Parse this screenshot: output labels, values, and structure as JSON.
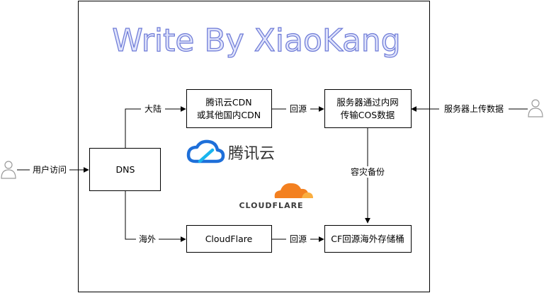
{
  "title": "Write By XiaoKang",
  "nodes": {
    "dns": "DNS",
    "tencent_cdn": [
      "腾讯云CDN",
      "或其他国内CDN"
    ],
    "server": [
      "服务器通过内网",
      "传输COS数据"
    ],
    "cloudflare": "CloudFlare",
    "cf_storage": "CF回源海外存储桶"
  },
  "edges": {
    "user_access": "用户访问",
    "mainland": "大陆",
    "overseas": "海外",
    "origin_top": "回源",
    "origin_bottom": "回源",
    "disaster_backup": "容灾备份",
    "server_upload": "服务器上传数据"
  },
  "logos": {
    "tencent": "腾讯云",
    "cloudflare": "CLOUDFLARE"
  },
  "colors": {
    "title_fill": "#dfe3fb",
    "title_stroke": "#6b78d6",
    "tencent_blue": "#1e6fd9",
    "tencent_cyan": "#19b5ee",
    "cloudflare_orange": "#f38020",
    "cloudflare_light": "#faae40",
    "actor": "#b3b3b3"
  },
  "icons": [
    "user-left-icon",
    "user-right-icon",
    "tencent-cloud-logo",
    "cloudflare-logo"
  ]
}
